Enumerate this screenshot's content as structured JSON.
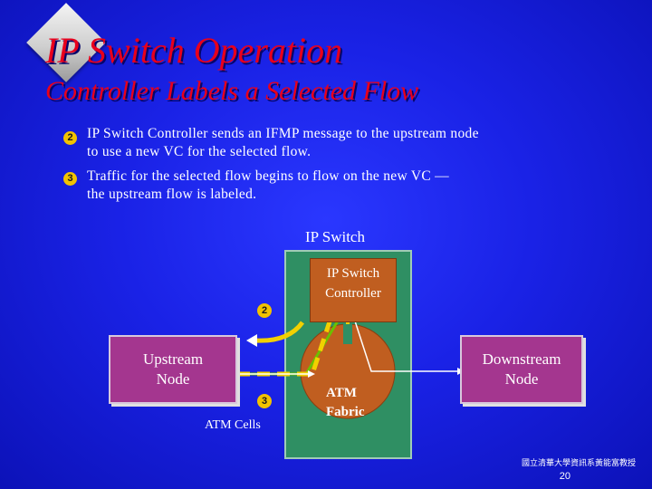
{
  "title": "IP Switch Operation",
  "subtitle": "Controller Labels a Selected Flow",
  "bullets": [
    {
      "num": "2",
      "line1": "IP Switch Controller sends an IFMP message to the upstream node",
      "line2": "to use a new VC for the selected flow."
    },
    {
      "num": "3",
      "line1": "Traffic for the selected flow begins to flow on the new VC —",
      "line2": "the upstream flow is labeled."
    }
  ],
  "diagram": {
    "ip_switch_label": "IP Switch",
    "controller_line1": "IP Switch",
    "controller_line2": "Controller",
    "fabric_line1": "ATM",
    "fabric_line2": "Fabric",
    "upstream_line1": "Upstream",
    "upstream_line2": "Node",
    "downstream_line1": "Downstream",
    "downstream_line2": "Node",
    "atm_cells_label": "ATM Cells",
    "marker_2": "2",
    "marker_3": "3"
  },
  "footer": {
    "institution": "國立清華大學資訊系黃能富教授",
    "page": "20"
  },
  "colors": {
    "title": "#e8001c",
    "background": "#1a22e6",
    "bullet": "#f2c200",
    "node": "#a4368f",
    "switch": "#2f8f63",
    "controller": "#c05e20",
    "arrow": "#f2d000",
    "link_green": "#6cc000"
  }
}
